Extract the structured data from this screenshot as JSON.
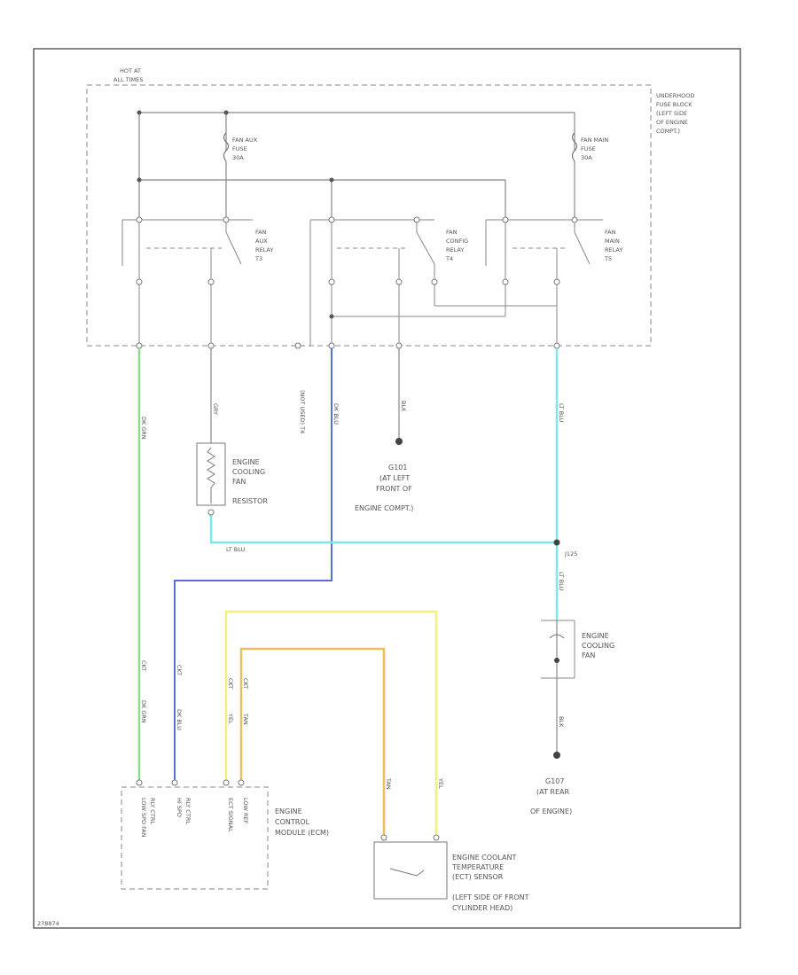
{
  "labels": {
    "hot_at_all_times": [
      "HOT AT",
      "ALL TIMES"
    ],
    "underhood_fuse_block": [
      "UNDERHOOD",
      "FUSE BLOCK",
      "(LEFT SIDE",
      "OF ENGINE",
      "COMPT.)"
    ],
    "fan_aux_fuse": [
      "FAN AUX",
      "FUSE",
      "30A"
    ],
    "fan_main_fuse": [
      "FAN MAIN",
      "FUSE",
      "30A"
    ],
    "fan_aux_relay": [
      "FAN",
      "AUX",
      "RELAY",
      "T3"
    ],
    "fan_config_relay": [
      "FAN",
      "CONFIG",
      "RELAY",
      "T4"
    ],
    "fan_main_relay": [
      "FAN",
      "MAIN",
      "RELAY",
      "T5"
    ],
    "engine_cooling_fan_resistor": [
      "ENGINE",
      "COOLING",
      "FAN",
      "RESISTOR"
    ],
    "ground_g101": [
      "G101",
      "(AT LEFT",
      "FRONT OF",
      "ENGINE COMPT.)"
    ],
    "not_used": "(NOT USED) T4",
    "splice": "J125",
    "engine_cooling_fan": [
      "ENGINE",
      "COOLING",
      "FAN"
    ],
    "ground_g107": [
      "G107",
      "(AT REAR",
      "OF ENGINE)"
    ],
    "ecm": [
      "ENGINE",
      "CONTROL",
      "MODULE (ECM)"
    ],
    "ect_sensor": [
      "ENGINE COOLANT",
      "TEMPERATURE",
      "(ECT) SENSOR",
      "(LEFT SIDE OF FRONT",
      "CYLINDER HEAD)"
    ],
    "ecm_pins": [
      "LOW SPD FAN",
      "RLY CTRL",
      "HI SPD",
      "RLY CTRL",
      "ECT SIGNAL",
      "LOW REF"
    ],
    "wire_lt_blu": "LT BLU",
    "figure_id": "278874"
  },
  "colors": {
    "outline": "#555555",
    "wire_gray": "#888888",
    "wire_green": "#8fd98f",
    "wire_blue": "#5a6fd6",
    "wire_cyan": "#7fe8e8",
    "wire_yellow": "#f2ef7a",
    "wire_orange": "#e8c060"
  }
}
